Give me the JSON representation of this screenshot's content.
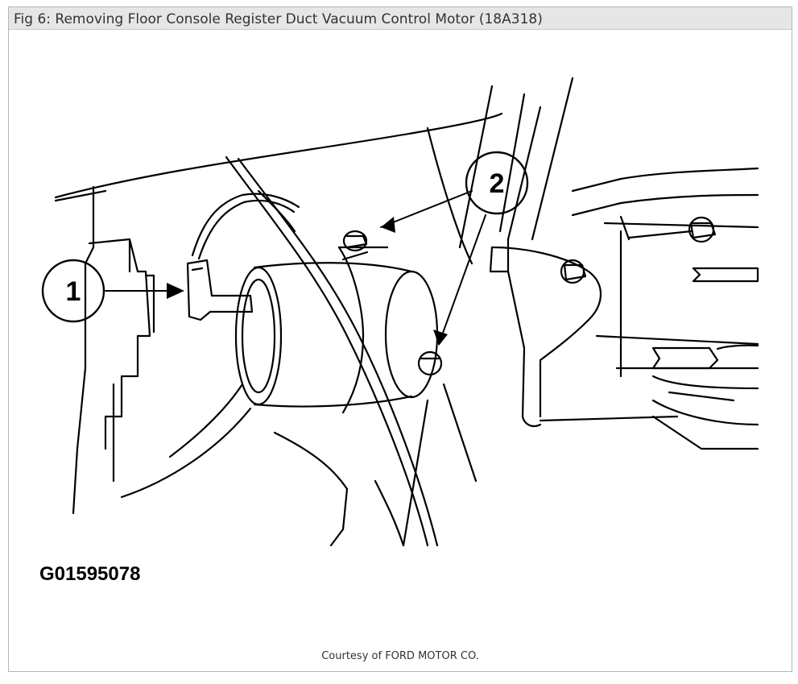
{
  "figure": {
    "title": "Fig 6: Removing Floor Console Register Duct Vacuum Control Motor (18A318)",
    "figure_id": "G01595078",
    "callouts": [
      "1",
      "2"
    ],
    "credit": "Courtesy of FORD MOTOR CO."
  }
}
